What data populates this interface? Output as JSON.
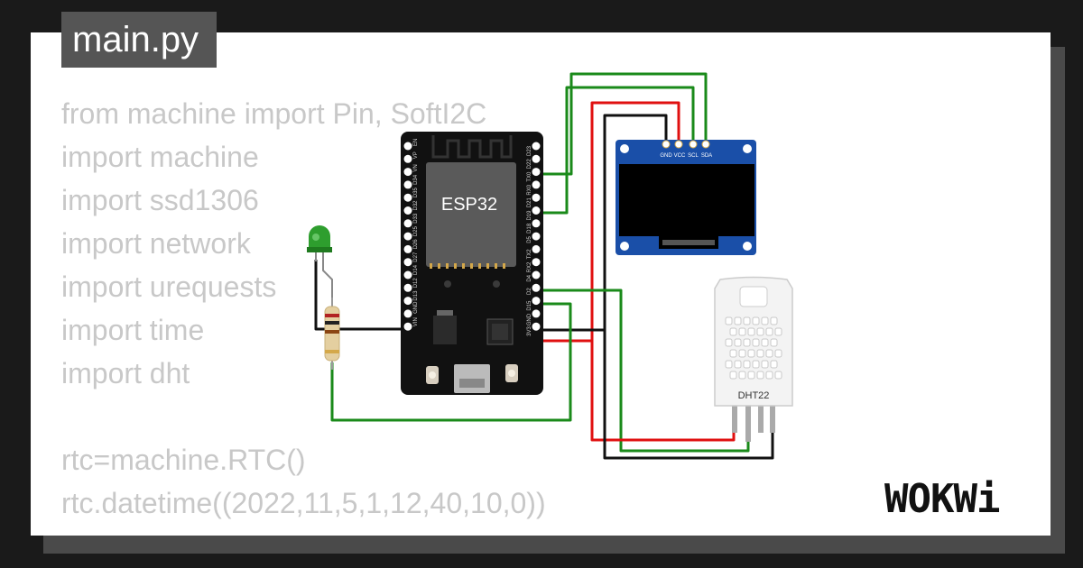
{
  "tab": {
    "filename": "main.py"
  },
  "code": {
    "lines": [
      "from machine import Pin, SoftI2C",
      "import machine",
      "import ssd1306",
      "import network",
      "import urequests",
      "import time",
      "import dht",
      "",
      "rtc=machine.RTC()",
      "rtc.datetime((2022,11,5,1,12,40,10,0))"
    ]
  },
  "components": {
    "esp32": {
      "label": "ESP32",
      "left_pins": [
        "EN",
        "VP",
        "VN",
        "D34",
        "D35",
        "D32",
        "D33",
        "D25",
        "D26",
        "D27",
        "D14",
        "D12",
        "D13",
        "GND",
        "VIN"
      ],
      "right_pins": [
        "D23",
        "D22",
        "TX0",
        "RX0",
        "D21",
        "D19",
        "D18",
        "D5",
        "TX2",
        "RX2",
        "D4",
        "D2",
        "D15",
        "GND",
        "3V3"
      ]
    },
    "oled": {
      "pins": [
        "GND",
        "VCC",
        "SCL",
        "SDA"
      ]
    },
    "dht": {
      "label": "DHT22"
    },
    "led": {
      "color": "#2e9e2e"
    }
  },
  "wire_colors": {
    "green": "#1a8a1a",
    "red": "#e01010",
    "black": "#111111"
  },
  "brand": {
    "name": "WOKWi"
  }
}
